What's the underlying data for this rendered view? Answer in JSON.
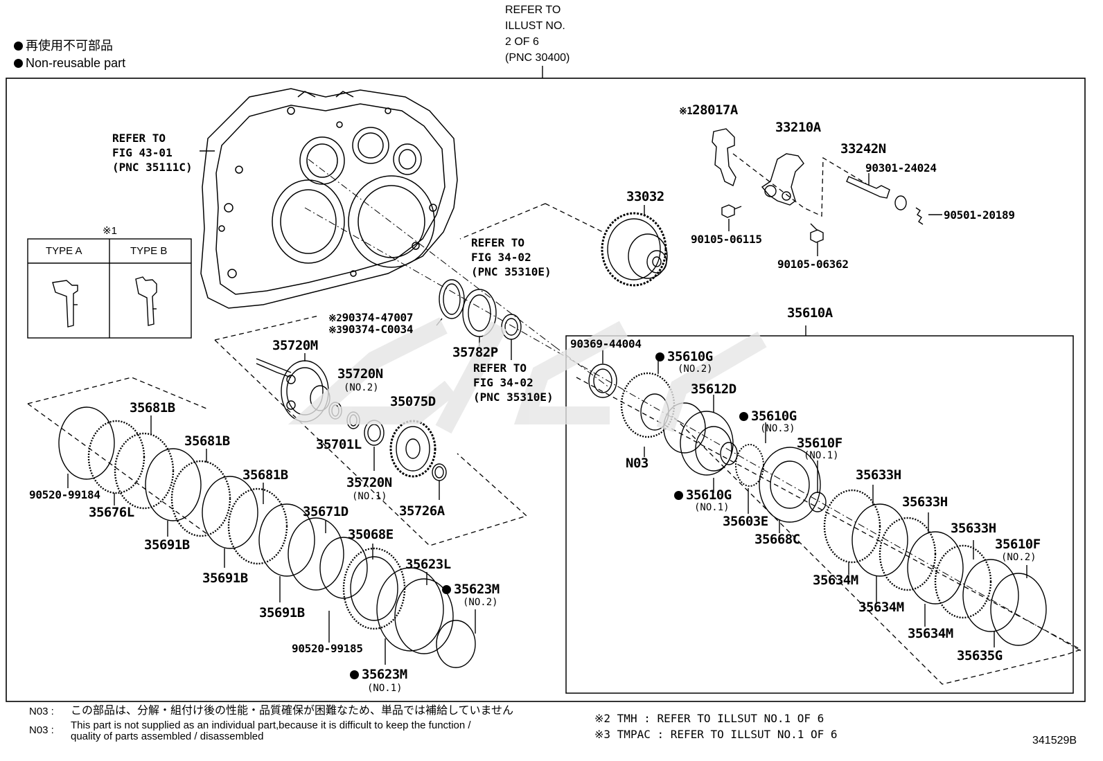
{
  "legend": {
    "jp": "再使用不可部品",
    "en": "Non-reusable part"
  },
  "top_ref": "REFER TO\nILLUST NO.\n2 OF 6\n(PNC 30400)",
  "case_ref": "REFER TO\nFIG 43-01\n(PNC 35111C)",
  "type_box": {
    "mark": "※1",
    "type_a": "TYPE A",
    "type_b": "TYPE B"
  },
  "refs": {
    "fig3402_a": "REFER TO\nFIG 34-02\n(PNC 35310E)",
    "fig3402_b": "REFER TO\nFIG 34-02\n(PNC 35310E)"
  },
  "parts": {
    "p28017A": "28017A",
    "p28017A_mark": "※1",
    "p33210A": "33210A",
    "p33242N": "33242N",
    "p90301": "90301-24024",
    "p90501": "90501-20189",
    "p90105a": "90105-06115",
    "p90105b": "90105-06362",
    "p33032": "33032",
    "p90374a": "90374-47007",
    "p90374a_mark": "※2",
    "p90374b": "90374-C0034",
    "p90374b_mark": "※3",
    "p35782P": "35782P",
    "p35720M": "35720M",
    "p35720N2": "35720N",
    "p35720N2_sub": "(NO.2)",
    "p35075D": "35075D",
    "p35701L": "35701L",
    "p35720N1": "35720N",
    "p35720N1_sub": "(NO.1)",
    "p35726A": "35726A",
    "p35681B_1": "35681B",
    "p35681B_2": "35681B",
    "p35681B_3": "35681B",
    "p90520a": "90520-99184",
    "p35676L": "35676L",
    "p35691B_1": "35691B",
    "p35691B_2": "35691B",
    "p35691B_3": "35691B",
    "p35671D": "35671D",
    "p35068E": "35068E",
    "p35623L": "35623L",
    "p35623M2": "35623M",
    "p35623M2_sub": "(NO.2)",
    "p35623M1": "35623M",
    "p35623M1_sub": "(NO.1)",
    "p90520b": "90520-99185",
    "p35610A": "35610A",
    "p90369": "90369-44004",
    "p35610G2": "35610G",
    "p35610G2_sub": "(NO.2)",
    "p35612D": "35612D",
    "p35610G3": "35610G",
    "p35610G3_sub": "(NO.3)",
    "pN03": "N03",
    "p35610F1": "35610F",
    "p35610F1_sub": "(NO.1)",
    "p35610G1": "35610G",
    "p35610G1_sub": "(NO.1)",
    "p35603E": "35603E",
    "p35668C": "35668C",
    "p35633H_1": "35633H",
    "p35633H_2": "35633H",
    "p35633H_3": "35633H",
    "p35610F2": "35610F",
    "p35610F2_sub": "(NO.2)",
    "p35634M_1": "35634M",
    "p35634M_2": "35634M",
    "p35634M_3": "35634M",
    "p35635G": "35635G"
  },
  "notes": {
    "n03_label_1": "N03 :",
    "n03_jp": "この部品は、分解・組付け後の性能・品質確保が困難なため、単品では補給していません",
    "n03_label_2": "N03 :",
    "n03_en_1": "This part is not supplied as an individual part,because it is difficult to keep the function /",
    "n03_en_2": "quality of parts assembled / disassembled",
    "note2": "※2 TMH : REFER TO ILLSUT NO.1 OF 6",
    "note3": "※3 TMPAC : REFER TO ILLSUT NO.1 OF 6"
  },
  "illust_no": "341529B"
}
